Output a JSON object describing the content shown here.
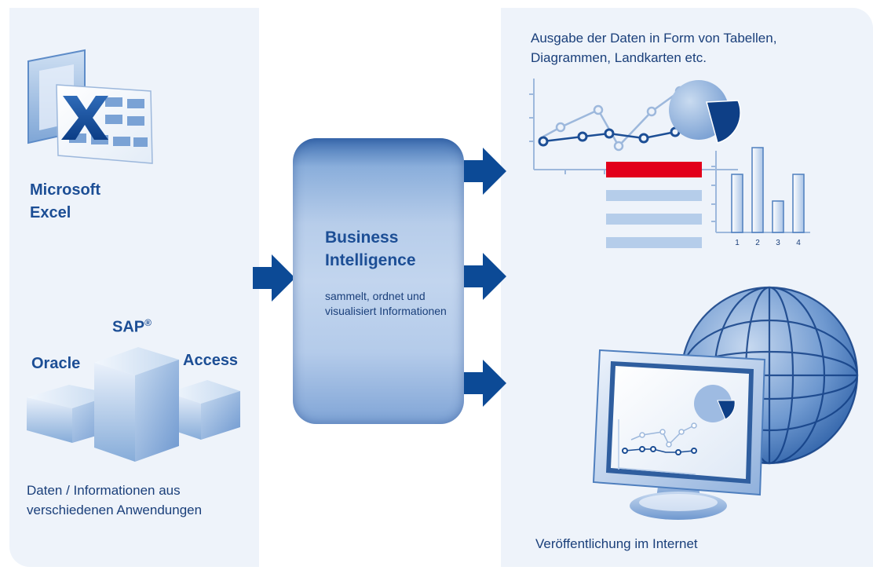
{
  "sources": {
    "excel_label": "Microsoft Excel",
    "databases": {
      "oracle": "Oracle",
      "sap": "SAP",
      "sap_mark": "®",
      "access": "Access"
    },
    "caption": "Daten / Informationen aus verschiedenen Anwendungen"
  },
  "bi": {
    "title": "Business Intelligence",
    "description": "sammelt, ordnet und visualisiert Informationen"
  },
  "output": {
    "caption": "Ausgabe der Daten in Form von Tabellen, Diagrammen, Landkarten etc.",
    "bar_axis_labels": [
      "1",
      "2",
      "3",
      "4"
    ]
  },
  "internet": {
    "caption": "Veröffentlichung im Internet"
  },
  "colors": {
    "accent": "#0c4a96",
    "panel": "#eef3fa",
    "table_header": "#e2001a",
    "table_row": "#b5cdea"
  }
}
